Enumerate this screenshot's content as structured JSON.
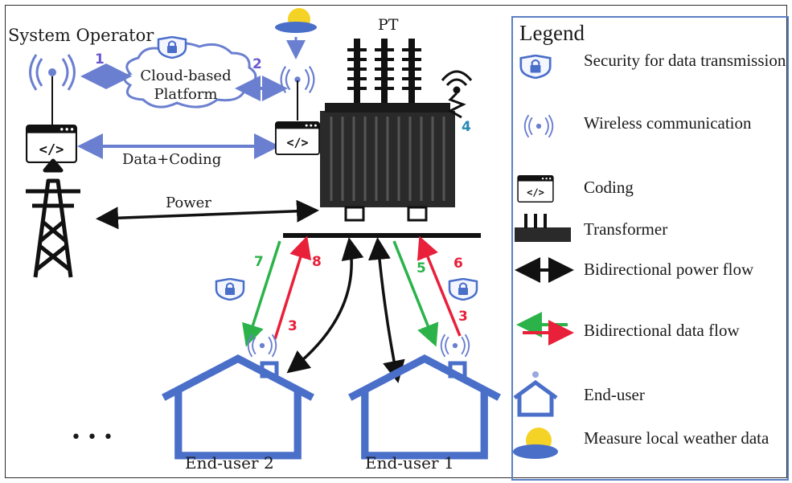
{
  "labels": {
    "system_operator": "System Operator",
    "cloud_platform": "Cloud-based Platform",
    "pt": "PT",
    "data_coding": "Data+Coding",
    "power": "Power",
    "end_user_1": "End-user 1",
    "end_user_2": "End-user 2",
    "ellipsis": "• • •"
  },
  "numbers": {
    "n1": "1",
    "n2": "2",
    "n3a": "3",
    "n3b": "3",
    "n4": "4",
    "n5": "5",
    "n6": "6",
    "n7": "7",
    "n8": "8"
  },
  "legend": {
    "title": "Legend",
    "items": [
      {
        "icon": "lock-shield-icon",
        "text": "Security for data transmission"
      },
      {
        "icon": "wireless-icon",
        "text": "Wireless communication"
      },
      {
        "icon": "code-window-icon",
        "text": "Coding"
      },
      {
        "icon": "transformer-icon",
        "text": "Transformer"
      },
      {
        "icon": "bidirectional-arrow-icon",
        "text": "Bidirectional power flow"
      },
      {
        "icon": "green-red-arrows-icon",
        "text": "Bidirectional data flow"
      },
      {
        "icon": "house-icon",
        "text": "End-user"
      },
      {
        "icon": "sun-cloud-icon",
        "text": "Measure local weather data"
      }
    ]
  },
  "colors": {
    "blue_icon": "#5b6fd6",
    "purple_num": "#6a5acd",
    "green": "#2bb34a",
    "red": "#e8203a",
    "teal_num": "#2a8ab5",
    "house_blue": "#4a6fc9",
    "black": "#111111"
  }
}
